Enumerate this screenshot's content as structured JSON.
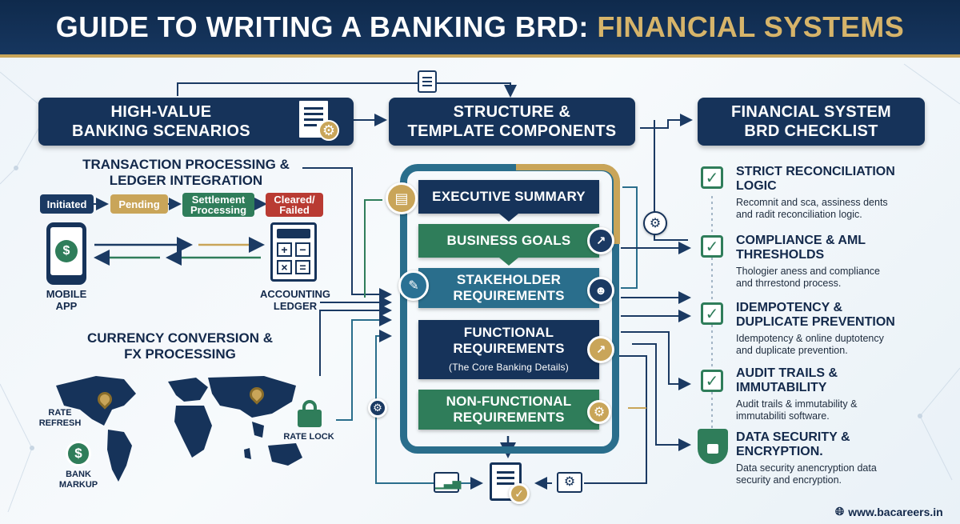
{
  "header": {
    "title_main": "GUIDE TO WRITING A BANKING BRD:",
    "title_accent": "FINANCIAL SYSTEMS"
  },
  "left": {
    "panel_line1": "HIGH-VALUE",
    "panel_line2": "BANKING SCENARIOS",
    "transaction_title_line1": "TRANSACTION PROCESSING &",
    "transaction_title_line2": "LEDGER INTEGRATION",
    "states": [
      {
        "label": "Initiated"
      },
      {
        "label": "Pending"
      },
      {
        "label_line1": "Settlement",
        "label_line2": "Processing"
      },
      {
        "label_line1": "Cleared/",
        "label_line2": "Failed"
      }
    ],
    "mobile_app_line1": "MOBILE",
    "mobile_app_line2": "APP",
    "ledger_line1": "ACCOUNTING",
    "ledger_line2": "LEDGER",
    "currency_title_line1": "CURRENCY CONVERSION &",
    "currency_title_line2": "FX PROCESSING",
    "rate_refresh_line1": "RATE",
    "rate_refresh_line2": "REFRESH",
    "rate_lock": "RATE LOCK",
    "bank_markup_line1": "BANK",
    "bank_markup_line2": "MARKUP"
  },
  "center": {
    "panel_line1": "STRUCTURE &",
    "panel_line2": "TEMPLATE COMPONENTS",
    "blocks": [
      {
        "line1": "EXECUTIVE SUMMARY"
      },
      {
        "line1": "BUSINESS GOALS"
      },
      {
        "line1": "STAKEHOLDER",
        "line2": "REQUIREMENTS"
      },
      {
        "line1": "FUNCTIONAL",
        "line2": "REQUIREMENTS",
        "sub": "(The Core Banking Details)"
      },
      {
        "line1": "NON-FUNCTIONAL",
        "line2": "REQUIREMENTS"
      }
    ]
  },
  "right": {
    "panel_line1": "FINANCIAL SYSTEM",
    "panel_line2": "BRD CHECKLIST",
    "items": [
      {
        "title_line1": "STRICT RECONCILIATION",
        "title_line2": "LOGIC",
        "desc_line1": "Recomnit and sca, assiness dents",
        "desc_line2": "and radit reconciliation logic."
      },
      {
        "title_line1": "COMPLIANCE & AML",
        "title_line2": "THRESHOLDS",
        "desc_line1": "Thologier aness and compliance",
        "desc_line2": "and thrrestond process."
      },
      {
        "title_line1": "IDEMPOTENCY &",
        "title_line2": "DUPLICATE PREVENTION",
        "desc_line1": "Idempotency & online duptotency",
        "desc_line2": "and duplicate prevention."
      },
      {
        "title_line1": "AUDIT TRAILS &",
        "title_line2": "IMMUTABILITY",
        "desc_line1": "Audit trails & immutability &",
        "desc_line2": "immutabiliti software."
      },
      {
        "title_line1": "DATA SECURITY &",
        "title_line2": "ENCRYPTION.",
        "desc_line1": "Data security anencryption data",
        "desc_line2": "security and encryption."
      }
    ]
  },
  "footer": {
    "website": "www.bacareers.in"
  },
  "colors": {
    "navy": "#16335a",
    "gold": "#c9a559",
    "green": "#2f7d5a",
    "teal": "#2a6e8c",
    "red": "#b93b33"
  },
  "icons": [
    "document-gear-icon",
    "dollar-phone-icon",
    "calculator-ledger-icon",
    "world-map-icon",
    "map-pin-icon",
    "padlock-icon",
    "dollar-cycle-icon",
    "gear-icon",
    "checkbox-icon",
    "shield-lock-icon",
    "globe-icon",
    "growth-chart-icon",
    "people-icon",
    "clipboard-icon"
  ]
}
